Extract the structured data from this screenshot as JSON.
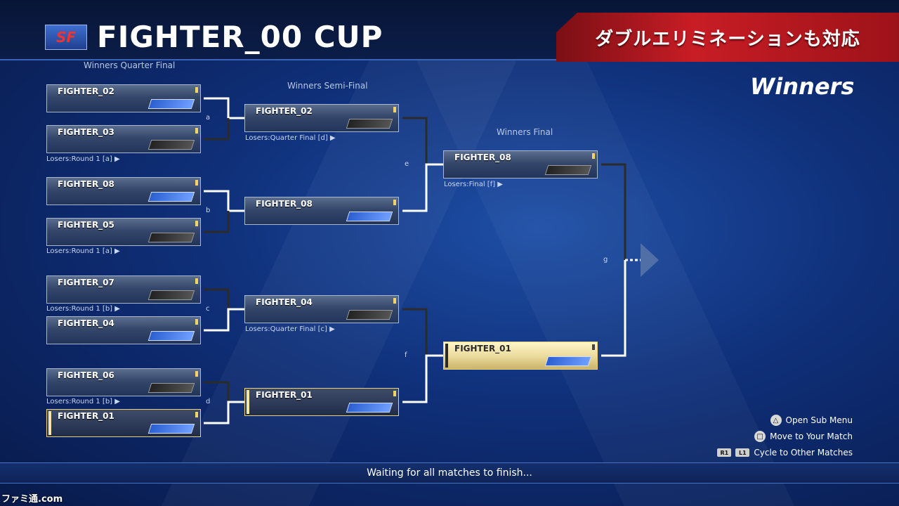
{
  "header": {
    "title": "FIGHTER_00 CUP",
    "banner": "ダブルエリミネーションも対応",
    "section": "Winners"
  },
  "rounds": {
    "quarter": "Winners Quarter Final",
    "semi": "Winners Semi-Final",
    "final": "Winners Final"
  },
  "matches": {
    "qf1_top": "FIGHTER_02",
    "qf1_bot": "FIGHTER_03",
    "qf2_top": "FIGHTER_08",
    "qf2_bot": "FIGHTER_05",
    "qf3_top": "FIGHTER_07",
    "qf3_bot": "FIGHTER_04",
    "qf4_top": "FIGHTER_06",
    "qf4_bot": "FIGHTER_01",
    "sf1": "FIGHTER_02",
    "sf2": "FIGHTER_08",
    "sf3": "FIGHTER_04",
    "sf4": "FIGHTER_01",
    "f1": "FIGHTER_08",
    "f2": "FIGHTER_01"
  },
  "losers_notes": {
    "n1": "Losers:Round 1 [a] ▶",
    "n2": "Losers:Round 1 [a] ▶",
    "n3": "Losers:Round 1 [b] ▶",
    "n4": "Losers:Round 1 [b] ▶",
    "n5": "Losers:Quarter Final [d] ▶",
    "n6": "Losers:Quarter Final [c] ▶",
    "n7": "Losers:Final [f] ▶"
  },
  "letters": {
    "a": "a",
    "b": "b",
    "c": "c",
    "d": "d",
    "e": "e",
    "f": "f",
    "g": "g"
  },
  "legend": {
    "sub_menu": "Open Sub Menu",
    "your_match": "Move to Your Match",
    "cycle": "Cycle to Other Matches",
    "r1": "R1",
    "l1": "L1"
  },
  "status": "Waiting for all matches to finish...",
  "watermark": "ファミ通.com"
}
